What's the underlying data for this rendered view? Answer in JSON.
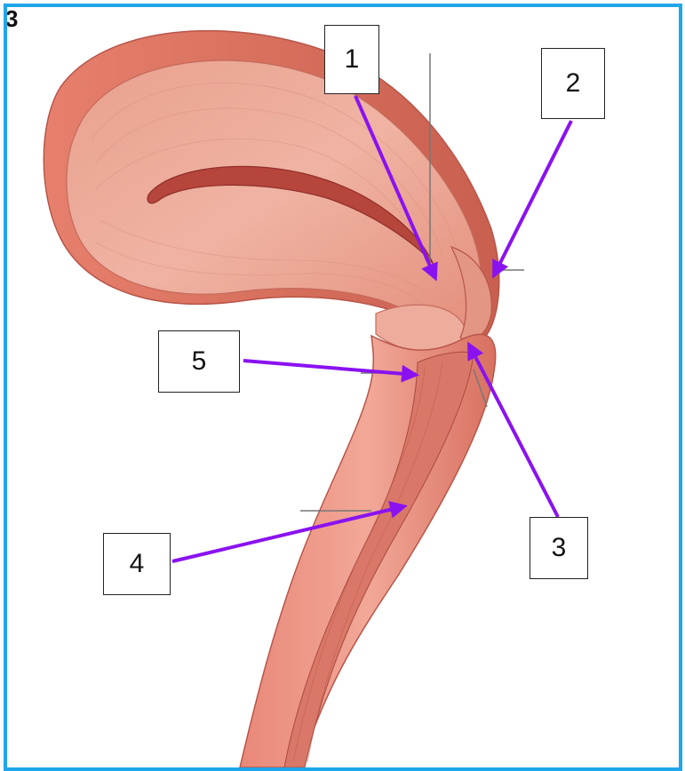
{
  "figure": {
    "corner_letter": "3",
    "frame_color": "#1fa6ea",
    "arrow_color": "#8a12f0"
  },
  "labels": [
    {
      "id": "1",
      "text": "1"
    },
    {
      "id": "2",
      "text": "2"
    },
    {
      "id": "3",
      "text": "3"
    },
    {
      "id": "4",
      "text": "4"
    },
    {
      "id": "5",
      "text": "5"
    }
  ]
}
